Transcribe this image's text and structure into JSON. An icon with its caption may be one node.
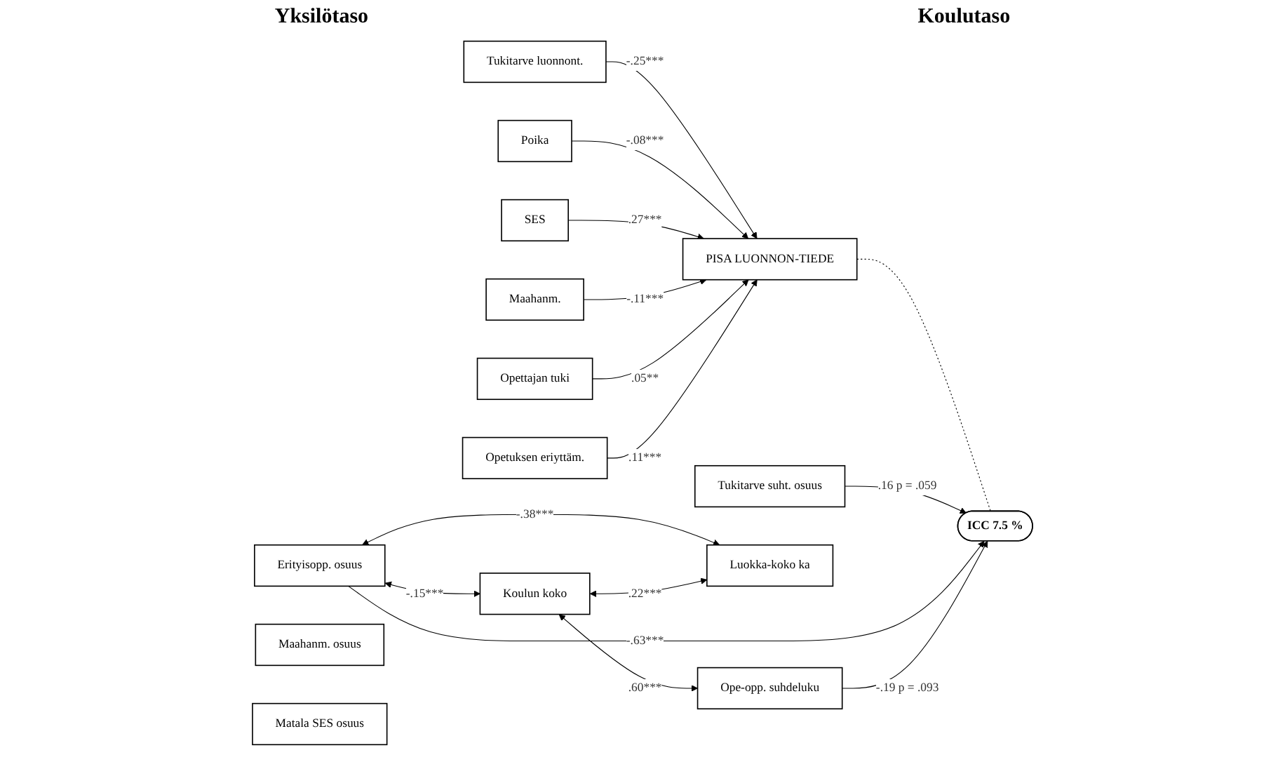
{
  "diagram": {
    "nodes": [
      {
        "text": [
          "Tukitarve luonnont."
        ]
      },
      {
        "text": [
          "Poika"
        ]
      },
      {
        "text": [
          "SES"
        ]
      },
      {
        "text": [
          "Maahanm."
        ]
      },
      {
        "text": [
          "Opettajan tuki"
        ]
      },
      {
        "text": [
          "Opetuksen eriyttäm."
        ]
      },
      {
        "text": [
          "PISA LUONNON-TIEDE"
        ]
      },
      {
        "text": [
          "ICC 7.5 %"
        ]
      },
      {
        "text": [
          "Tukitarve suht. osuus"
        ]
      },
      {
        "text": [
          "Erityisopp. osuus"
        ]
      },
      {
        "text": [
          "Maahanm. osuus"
        ]
      },
      {
        "text": [
          "Matala SES osuus"
        ]
      },
      {
        "text": [
          "Koulun koko"
        ]
      },
      {
        "text": [
          "Luokka-koko ka"
        ]
      },
      {
        "text": [
          "Ope-opp. suhdeluku"
        ]
      }
    ],
    "edges": [
      {
        "from": 0,
        "to": 6,
        "arrow": "to",
        "label": "-.25***"
      },
      {
        "from": 1,
        "to": 6,
        "arrow": "to",
        "label": "-.08***"
      },
      {
        "from": 2,
        "to": 6,
        "arrow": "to",
        "label": ".27***"
      },
      {
        "from": 3,
        "to": 6,
        "arrow": "to",
        "label": "-.11***"
      },
      {
        "from": 4,
        "to": 6,
        "arrow": "to",
        "label": ".05**"
      },
      {
        "from": 5,
        "to": 6,
        "arrow": "to",
        "label": ".11***"
      },
      {
        "from": 6,
        "to": 7,
        "arrow": "none",
        "style": "dashed"
      },
      {
        "from": 8,
        "to": 7,
        "arrow": "to",
        "label": ".16 p = .059"
      },
      {
        "from": 9,
        "to": 7,
        "arrow": "to",
        "label": "-.63***"
      },
      {
        "from": 14,
        "to": 7,
        "arrow": "to",
        "label": "-.19 p = .093"
      },
      {
        "from": 9,
        "to": 12,
        "arrow": "both",
        "label": "-.15***"
      },
      {
        "from": 9,
        "to": 13,
        "arrow": "both",
        "label": "-.38***"
      },
      {
        "from": 12,
        "to": 13,
        "arrow": "both",
        "label": ".22***"
      },
      {
        "from": 12,
        "to": 14,
        "arrow": "both",
        "label": ".60***"
      }
    ],
    "labels": [
      "Yksilötaso",
      "Koulutaso"
    ]
  }
}
